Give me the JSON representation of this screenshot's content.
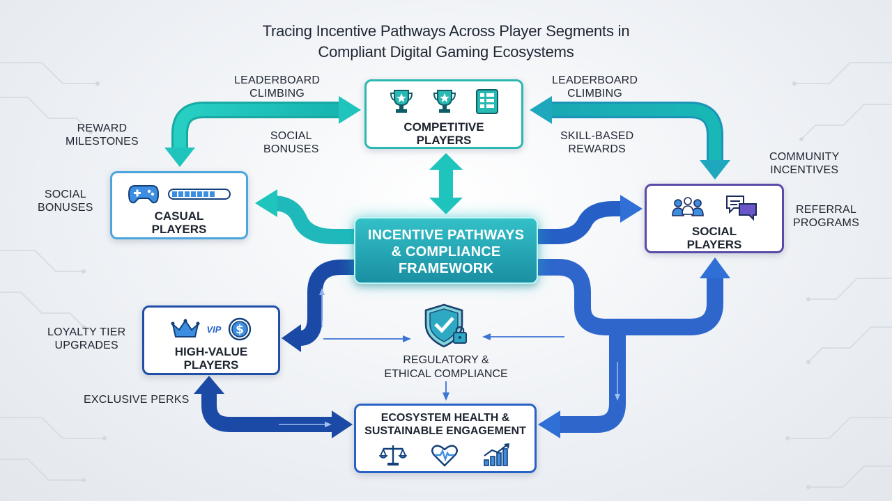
{
  "title": {
    "line1": "Tracing Incentive Pathways Across Player Segments in",
    "line2": "Compliant Digital Gaming Ecosystems"
  },
  "center": {
    "line1": "INCENTIVE PATHWAYS",
    "line2": "& COMPLIANCE",
    "line3": "FRAMEWORK"
  },
  "segments": {
    "competitive": {
      "line1": "COMPETITIVE",
      "line2": "PLAYERS",
      "icons": [
        "trophy-icon",
        "trophy-icon",
        "leaderboard-grid-icon"
      ]
    },
    "casual": {
      "line1": "CASUAL",
      "line2": "PLAYERS",
      "icons": [
        "gamepad-icon",
        "progress-bar-icon"
      ]
    },
    "social": {
      "line1": "SOCIAL",
      "line2": "PLAYERS",
      "icons": [
        "people-group-icon",
        "chat-bubbles-icon"
      ]
    },
    "highvalue": {
      "line1": "HIGH-VALUE",
      "line2": "PLAYERS",
      "vip": "VIP",
      "icons": [
        "crown-icon",
        "dollar-coin-icon"
      ]
    },
    "ecosystem": {
      "line1": "ECOSYSTEM HEALTH &",
      "line2": "SUSTAINABLE ENGAGEMENT",
      "icons": [
        "balance-scale-icon",
        "heart-pulse-icon",
        "growth-chart-icon"
      ]
    }
  },
  "compliance": {
    "line1": "REGULATORY &",
    "line2": "ETHICAL COMPLIANCE",
    "icon": "shield-lock-icon"
  },
  "labels": {
    "leaderboard_left": {
      "line1": "LEADERBOARD",
      "line2": "CLIMBING"
    },
    "leaderboard_right": {
      "line1": "LEADERBOARD",
      "line2": "CLIMBING"
    },
    "reward_milestones": {
      "line1": "REWARD",
      "line2": "MILESTONES"
    },
    "social_bonuses_top": {
      "line1": "SOCIAL",
      "line2": "BONUSES"
    },
    "skill_based": {
      "line1": "SKILL-BASED",
      "line2": "REWARDS"
    },
    "community": {
      "line1": "COMMUNITY",
      "line2": "INCENTIVES"
    },
    "social_bonuses_left": {
      "line1": "SOCIAL",
      "line2": "BONUSES"
    },
    "referral": {
      "line1": "REFERRAL",
      "line2": "PROGRAMS"
    },
    "loyalty": {
      "line1": "LOYALTY TIER",
      "line2": "UPGRADES"
    },
    "exclusive": {
      "line1": "EXCLUSIVE PERKS"
    }
  },
  "colors": {
    "teal": "#1fc4bc",
    "teal_dark": "#15a9a4",
    "blue": "#2f6fd6",
    "navy": "#1b4aa6",
    "social_border": "#5a4ba8",
    "center_fill": "#2aaebb"
  }
}
